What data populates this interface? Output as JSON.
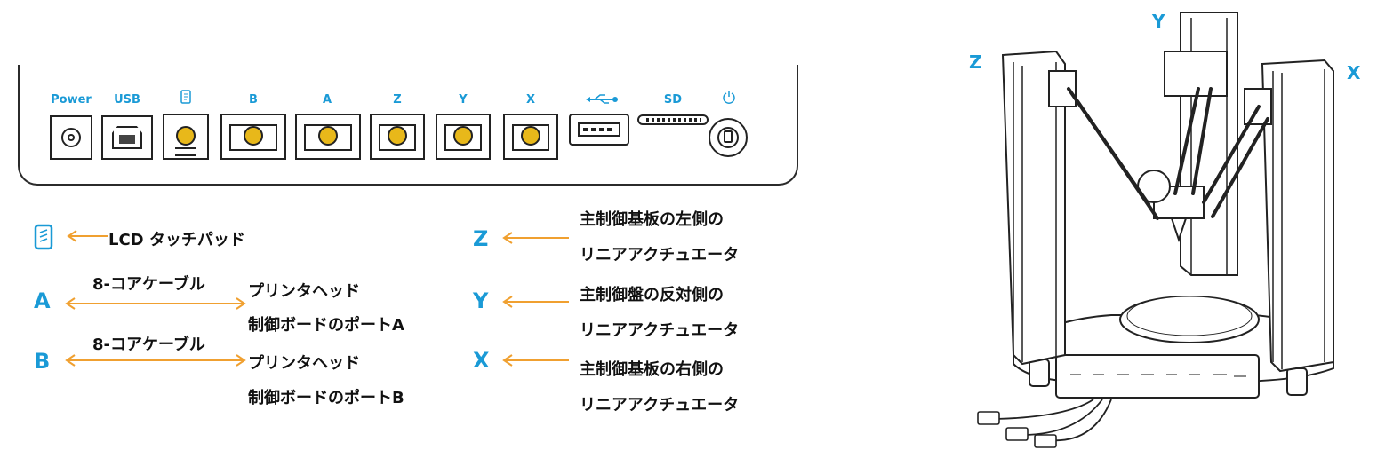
{
  "panel": {
    "ports": [
      {
        "id": "power",
        "label": "Power"
      },
      {
        "id": "usb",
        "label": "USB"
      },
      {
        "id": "lcd",
        "label": ""
      },
      {
        "id": "b",
        "label": "B"
      },
      {
        "id": "a",
        "label": "A"
      },
      {
        "id": "z",
        "label": "Z"
      },
      {
        "id": "y",
        "label": "Y"
      },
      {
        "id": "x",
        "label": "X"
      },
      {
        "id": "usb-a",
        "label": ""
      },
      {
        "id": "sd",
        "label": "SD"
      },
      {
        "id": "power-switch",
        "label": ""
      }
    ]
  },
  "legend_left": {
    "lcd_text": "LCD タッチパッド",
    "a_letter": "A",
    "a_cable": "8-コアケーブル",
    "a_line1": "プリンタヘッド",
    "a_line2": "制御ボードのポートA",
    "b_letter": "B",
    "b_cable": "8-コアケーブル",
    "b_line1": "プリンタヘッド",
    "b_line2": "制御ボードのポートB"
  },
  "legend_right": {
    "z_letter": "Z",
    "z_line1": "主制御基板の左側の",
    "z_line2": "リニアアクチュエータ",
    "y_letter": "Y",
    "y_line1": "主制御盤の反対側の",
    "y_line2": "リニアアクチュエータ",
    "x_letter": "X",
    "x_line1": "主制御基板の右側の",
    "x_line2": "リニアアクチュエータ"
  },
  "printer": {
    "axis_z": "Z",
    "axis_y": "Y",
    "axis_x": "X"
  },
  "colors": {
    "accent": "#1a9ad6",
    "arrow": "#f0a030",
    "pin": "#e8b81a"
  }
}
